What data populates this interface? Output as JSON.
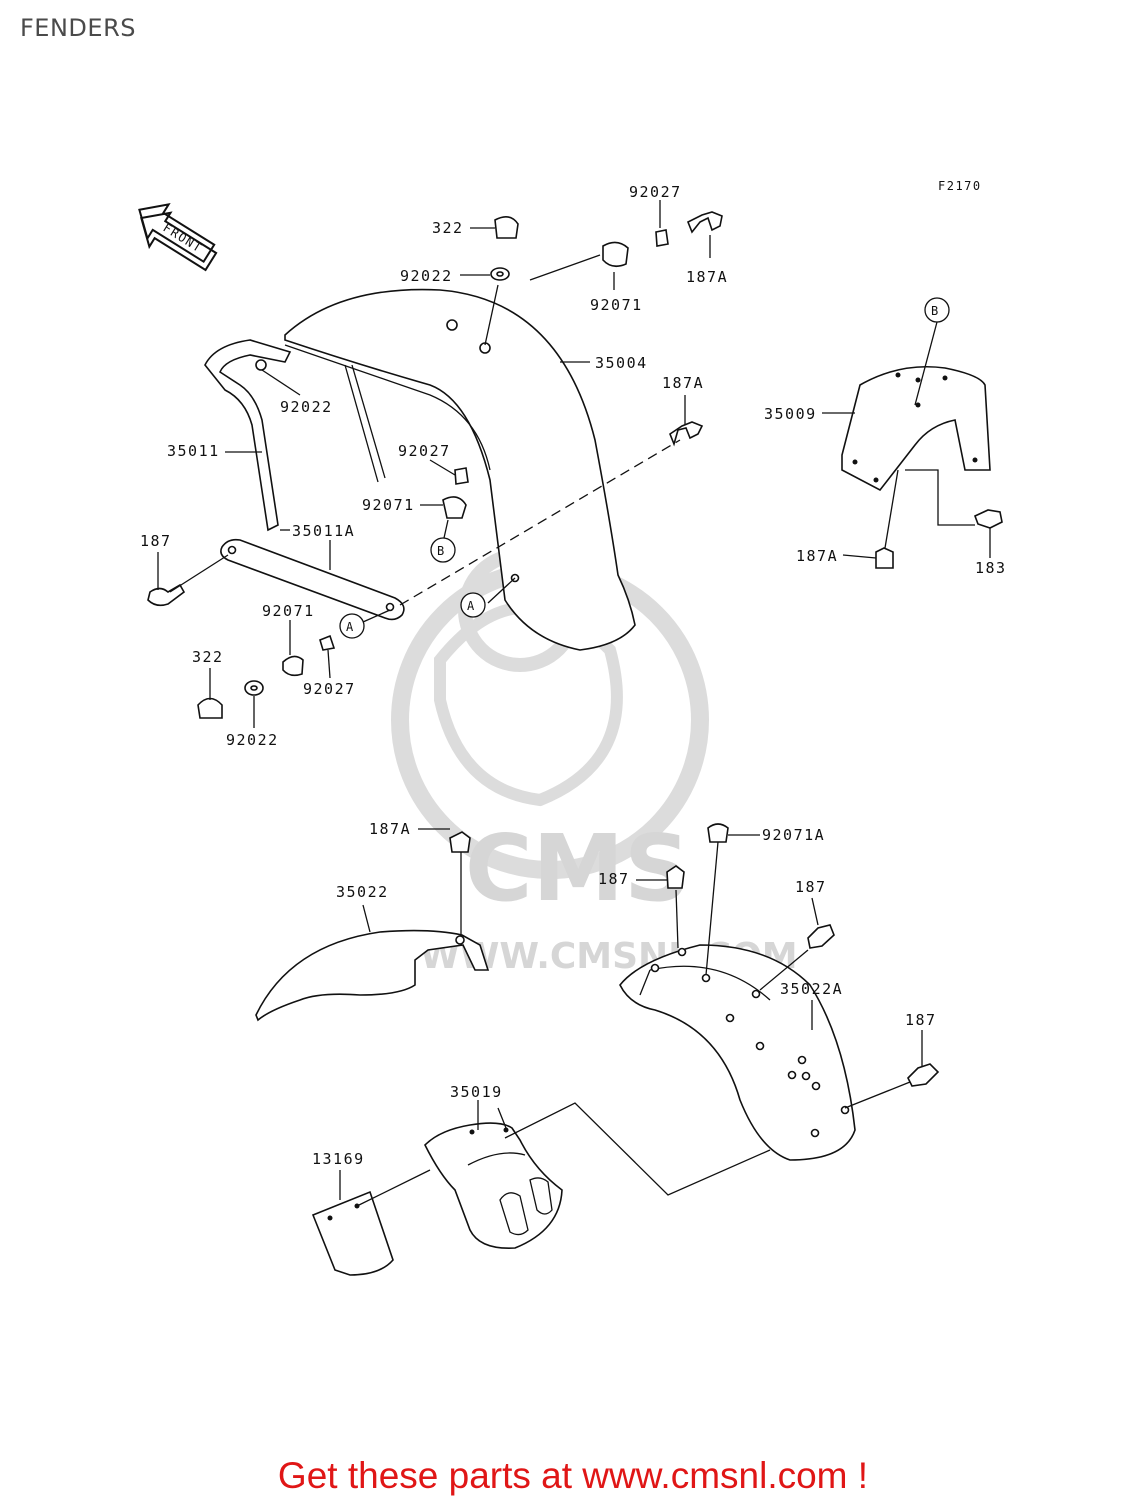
{
  "page_title": "FENDERS",
  "figure_code": "F2170",
  "front_arrow_label": "FRONT",
  "watermark": {
    "brand": "CMS",
    "url": "WWW.CMSNL.COM"
  },
  "ref_markers": {
    "a": "A",
    "b": "B"
  },
  "labels": {
    "p322_top": "322",
    "p92027_top": "92027",
    "p92022_top": "92022",
    "p92071_top": "92071",
    "p187a_top": "187A",
    "p35004": "35004",
    "p187a_mid": "187A",
    "p92022_left": "92022",
    "p35011": "35011",
    "p92027_mid": "92027",
    "p92071_mid": "92071",
    "p35011a": "35011A",
    "p187_left": "187",
    "p92071_low": "92071",
    "p322_low": "322",
    "p92027_low": "92027",
    "p92022_low": "92022",
    "p35009": "35009",
    "p187a_right": "187A",
    "p183": "183",
    "p187a_front": "187A",
    "p92071a": "92071A",
    "p35022": "35022",
    "p187_front_a": "187",
    "p187_front_b": "187",
    "p35022a": "35022A",
    "p187_front_c": "187",
    "p35019": "35019",
    "p13169": "13169"
  },
  "footer_text": "Get these parts at www.cmsnl.com !",
  "colors": {
    "footer": "#e01616",
    "watermark": "#d6d6d6",
    "title": "#4a4a4a"
  }
}
